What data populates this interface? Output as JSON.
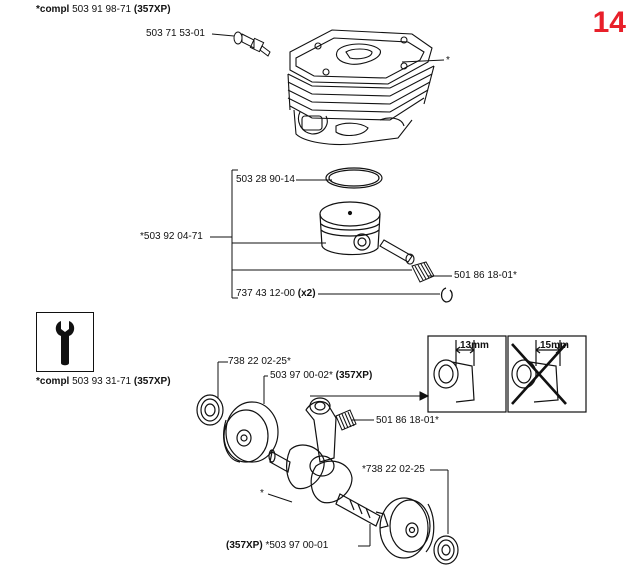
{
  "page_number": "14",
  "top_section": {
    "compl_prefix": "*compl",
    "compl_number": "503 91 98-71",
    "compl_suffix": "(357XP)",
    "labels": [
      {
        "id": "decomp_valve",
        "text": "503 71 53-01"
      },
      {
        "id": "cylinder_star",
        "text": "*"
      },
      {
        "id": "piston_ring",
        "text": "503 28 90-14"
      },
      {
        "id": "piston_kit",
        "text": "*503 92 04-71"
      },
      {
        "id": "needle_bearing_top",
        "text": "501 86 18-01*"
      },
      {
        "id": "circlip_number",
        "text": "737 43 12-00"
      },
      {
        "id": "circlip_qty",
        "text": "(x2)"
      }
    ]
  },
  "bottom_section": {
    "tool_icon": "wrench-icon",
    "compl_prefix": "*compl",
    "compl_number": "503 93 31-71",
    "compl_suffix": "(357XP)",
    "labels": [
      {
        "id": "seal_left",
        "text": "738 22 02-25*"
      },
      {
        "id": "crankshaft_number",
        "text": "503 97 00-02*"
      },
      {
        "id": "crankshaft_suffix",
        "text": "(357XP)"
      },
      {
        "id": "needle_bearing_bottom",
        "text": "501 86 18-01*"
      },
      {
        "id": "seal_right",
        "text": "*738 22 02-25"
      },
      {
        "id": "crank_star",
        "text": "*"
      },
      {
        "id": "crank_half_prefix",
        "text": "(357XP)"
      },
      {
        "id": "crank_half_number",
        "text": "*503 97 00-01"
      }
    ],
    "detail_ok": {
      "measure": "13mm"
    },
    "detail_wrong": {
      "measure": "15mm"
    }
  },
  "colors": {
    "page_number": "#e8202a",
    "lines": "#111111"
  }
}
